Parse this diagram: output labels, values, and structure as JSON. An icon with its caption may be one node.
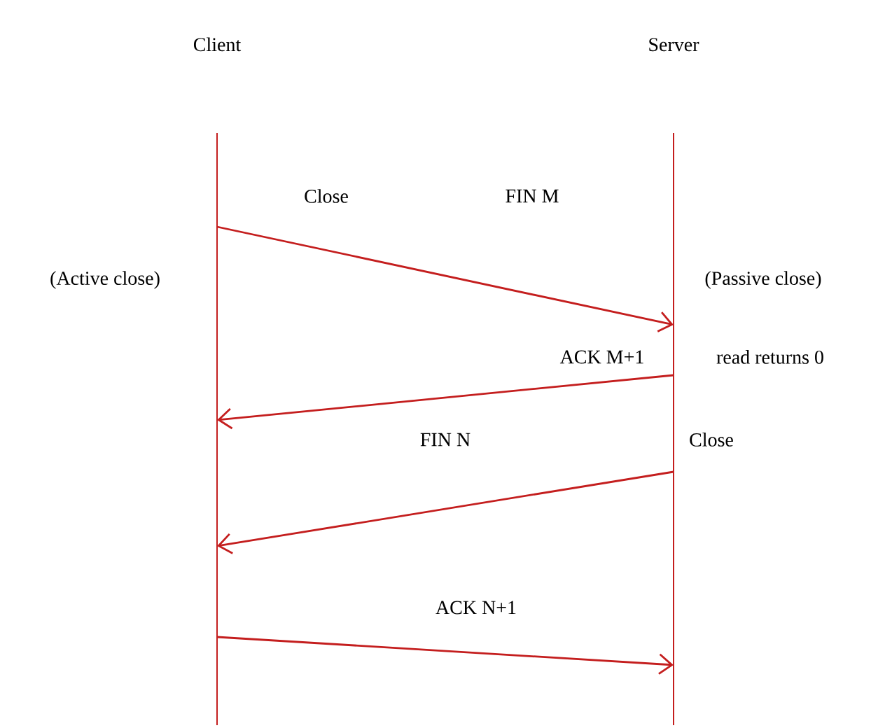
{
  "diagram": {
    "nodes": [
      {
        "text": [
          "Client"
        ]
      },
      {
        "text": [
          "Server"
        ]
      }
    ],
    "edges": [
      {
        "from": 0,
        "to": 1,
        "arrow": "to",
        "label": "FIN M"
      },
      {
        "from": 1,
        "to": 0,
        "arrow": "to",
        "label": "ACK M+1"
      },
      {
        "from": 1,
        "to": 0,
        "arrow": "to",
        "label": "FIN N"
      },
      {
        "from": 0,
        "to": 1,
        "arrow": "to",
        "label": "ACK N+1"
      }
    ],
    "labels": [
      "Close",
      "(Active close)",
      "(Passive close)",
      "read returns 0",
      "Close"
    ]
  }
}
